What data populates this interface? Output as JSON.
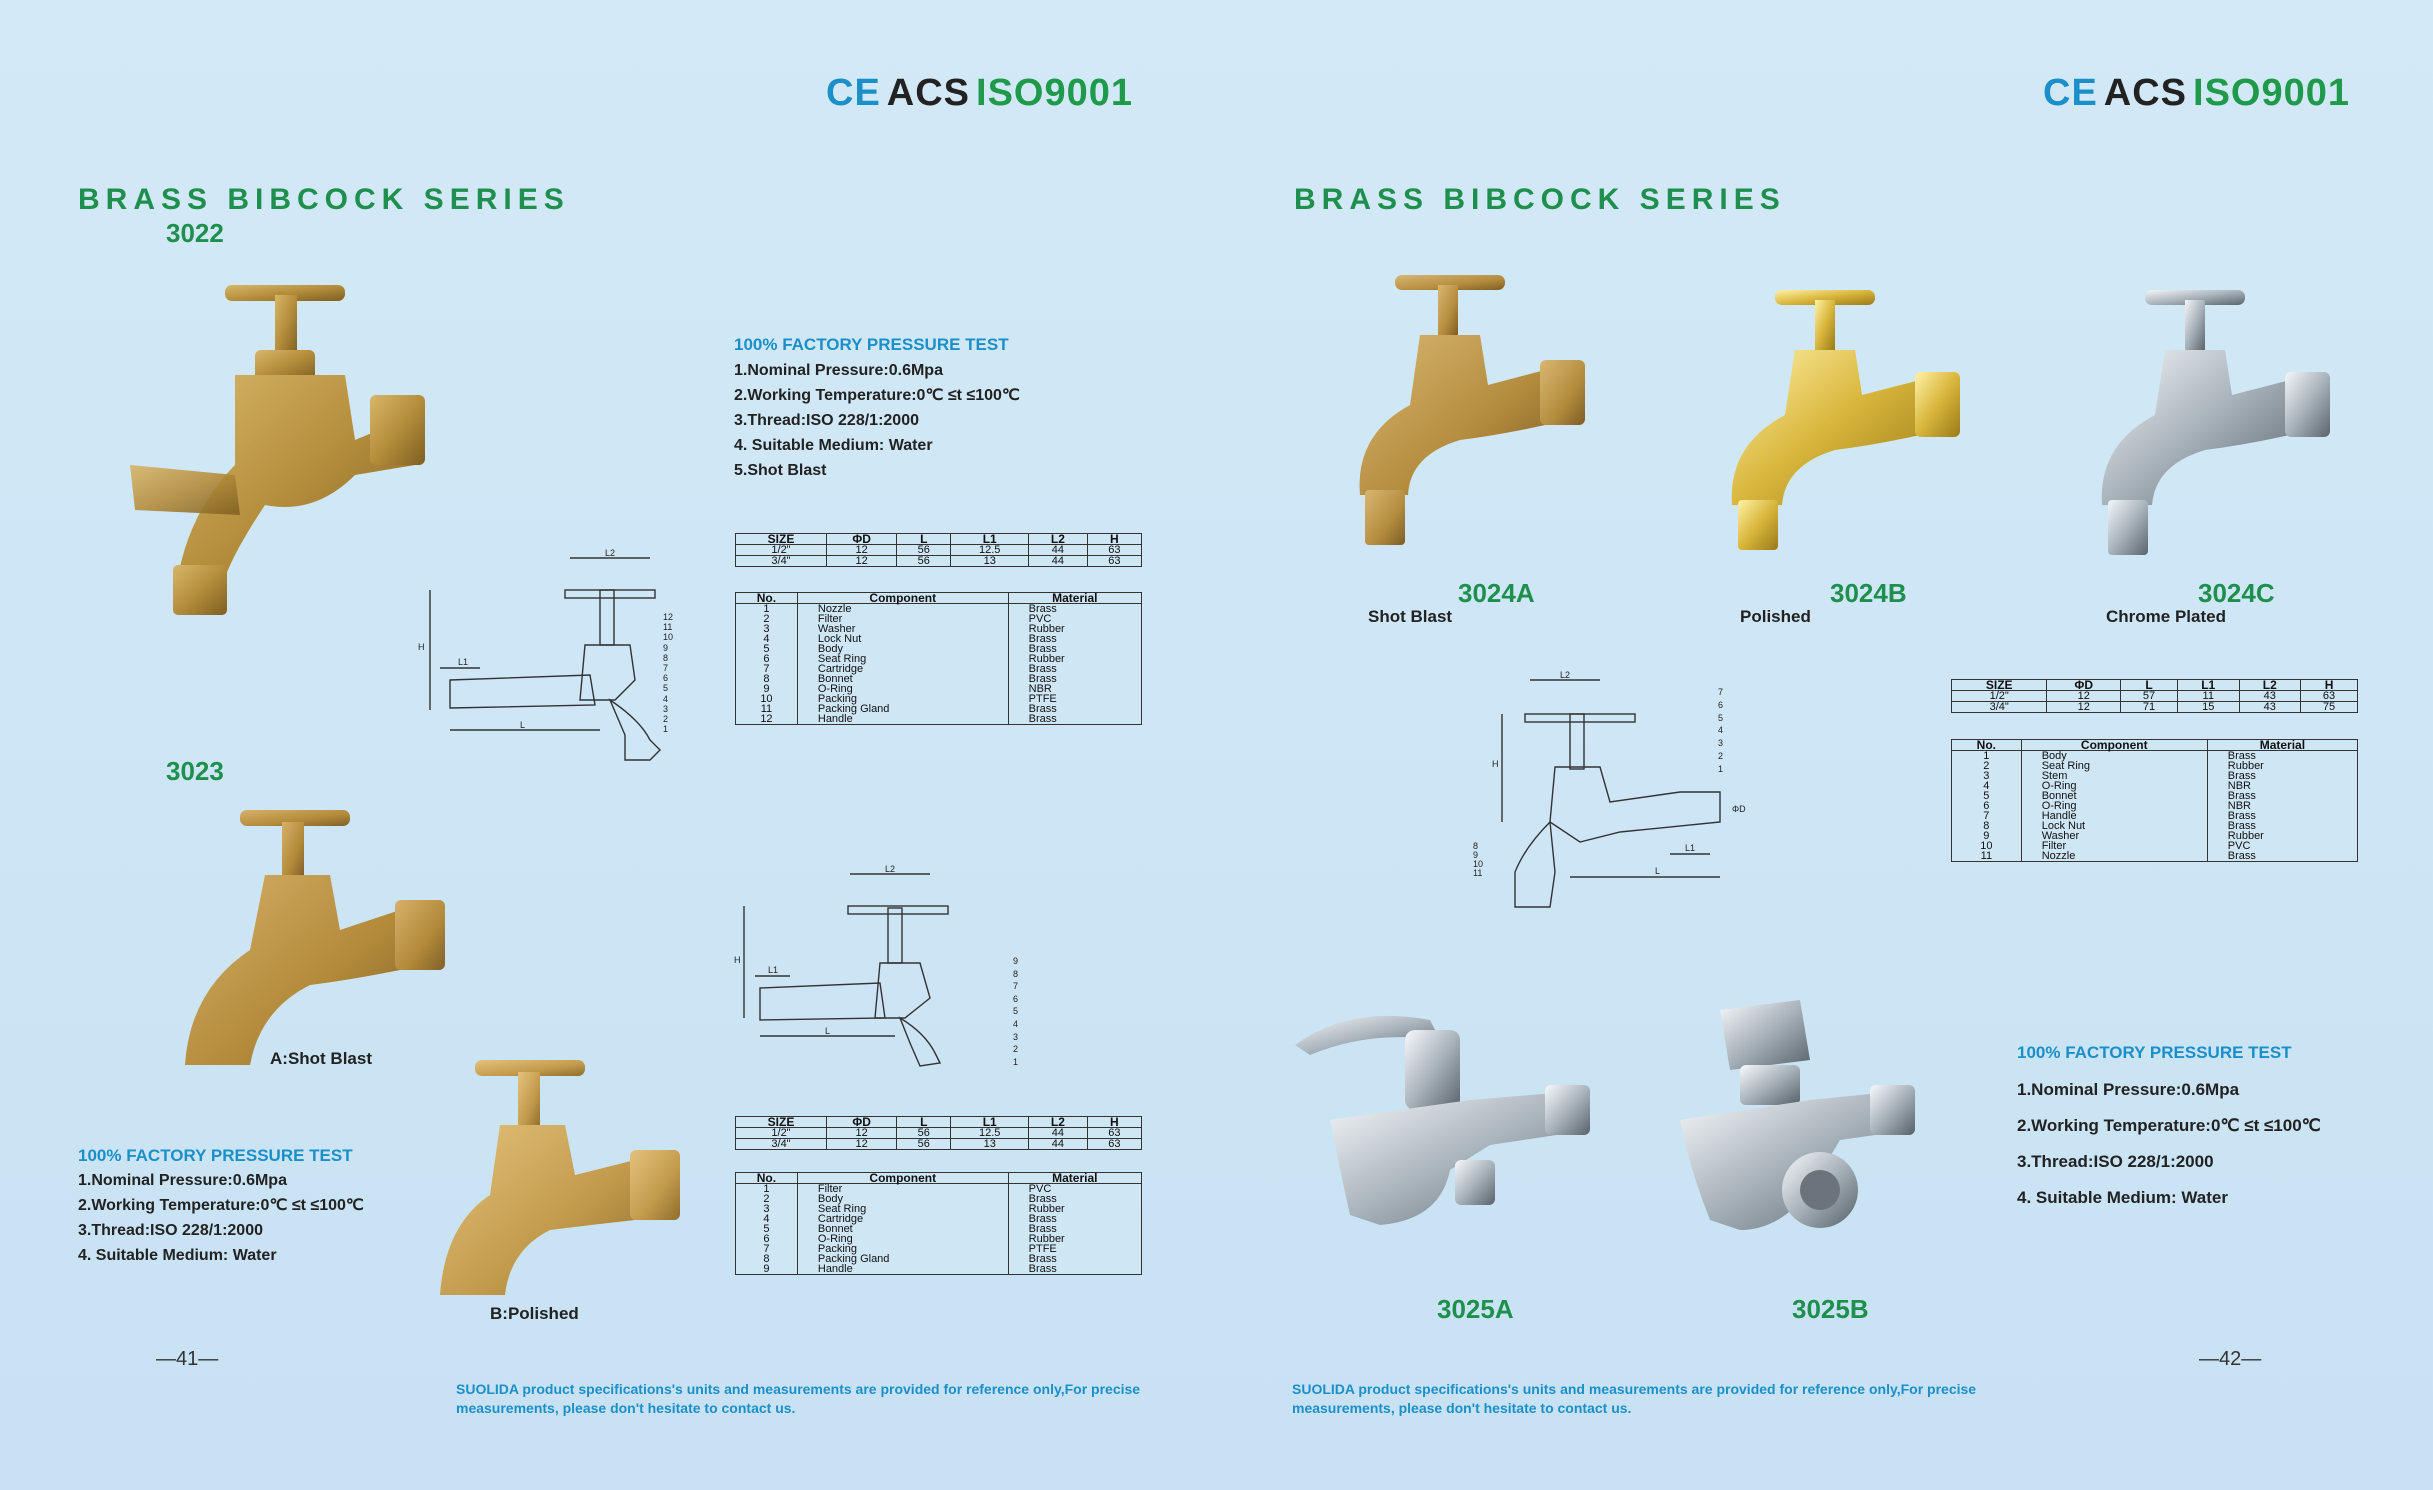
{
  "header": {
    "ce": "CE",
    "acs": "ACS",
    "iso": "ISO9001"
  },
  "colors": {
    "green": "#1f8f4e",
    "blue": "#1a8fc8",
    "brass": "#b8923a",
    "gold": "#d9b63c",
    "chrome": "#a9b3bb"
  },
  "left": {
    "series": "BRASS BIBCOCK SERIES",
    "model_3022": "3022",
    "model_3023": "3023",
    "cap_a": "A:Shot Blast",
    "cap_b": "B:Polished",
    "test_top": {
      "title": "100% FACTORY PRESSURE TEST",
      "lines": [
        "1.Nominal Pressure:0.6Mpa",
        "2.Working Temperature:0℃ ≤t ≤100℃",
        "3.Thread:ISO 228/1:2000",
        "4. Suitable Medium: Water",
        "5.Shot Blast"
      ]
    },
    "test_bottom": {
      "title": "100% FACTORY PRESSURE TEST",
      "lines": [
        "1.Nominal Pressure:0.6Mpa",
        "2.Working Temperature:0℃ ≤t ≤100℃",
        "3.Thread:ISO 228/1:2000",
        "4. Suitable Medium: Water"
      ]
    },
    "size1": {
      "headers": [
        "SIZE",
        "ΦD",
        "L",
        "L1",
        "L2",
        "H"
      ],
      "rows": [
        [
          "1/2\"",
          "12",
          "56",
          "12.5",
          "44",
          "63"
        ],
        [
          "3/4\"",
          "12",
          "56",
          "13",
          "44",
          "63"
        ]
      ]
    },
    "comp1": {
      "headers": [
        "No.",
        "Component",
        "Material"
      ],
      "rows": [
        [
          "1",
          "Nozzle",
          "Brass"
        ],
        [
          "2",
          "Filter",
          "PVC"
        ],
        [
          "3",
          "Washer",
          "Rubber"
        ],
        [
          "4",
          "Lock Nut",
          "Brass"
        ],
        [
          "5",
          "Body",
          "Brass"
        ],
        [
          "6",
          "Seat Ring",
          "Rubber"
        ],
        [
          "7",
          "Cartridge",
          "Brass"
        ],
        [
          "8",
          "Bonnet",
          "Brass"
        ],
        [
          "9",
          "O-Ring",
          "NBR"
        ],
        [
          "10",
          "Packing",
          "PTFE"
        ],
        [
          "11",
          "Packing Gland",
          "Brass"
        ],
        [
          "12",
          "Handle",
          "Brass"
        ]
      ]
    },
    "size2": {
      "headers": [
        "SIZE",
        "ΦD",
        "L",
        "L1",
        "L2",
        "H"
      ],
      "rows": [
        [
          "1/2\"",
          "12",
          "56",
          "12.5",
          "44",
          "63"
        ],
        [
          "3/4\"",
          "12",
          "56",
          "13",
          "44",
          "63"
        ]
      ]
    },
    "comp2": {
      "headers": [
        "No.",
        "Component",
        "Material"
      ],
      "rows": [
        [
          "1",
          "Filter",
          "PVC"
        ],
        [
          "2",
          "Body",
          "Brass"
        ],
        [
          "3",
          "Seat Ring",
          "Rubber"
        ],
        [
          "4",
          "Cartridge",
          "Brass"
        ],
        [
          "5",
          "Bonnet",
          "Brass"
        ],
        [
          "6",
          "O-Ring",
          "Rubber"
        ],
        [
          "7",
          "Packing",
          "PTFE"
        ],
        [
          "8",
          "Packing Gland",
          "Brass"
        ],
        [
          "9",
          "Handle",
          "Brass"
        ]
      ]
    },
    "diagram1_labels": [
      "12",
      "11",
      "10",
      "9",
      "8",
      "7",
      "6",
      "5",
      "4",
      "3",
      "2",
      "1"
    ],
    "diagram2_labels": [
      "9",
      "8",
      "7",
      "6",
      "5",
      "4",
      "3",
      "2",
      "1"
    ],
    "dim_labels": {
      "l2": "L2",
      "h": "H",
      "l1": "L1",
      "l": "L"
    },
    "page_num": "—41—",
    "note": "SUOLIDA product specifications's units and  measurements are provided for reference only,For precise measurements, please don't hesitate to contact us."
  },
  "right": {
    "series": "BRASS BIBCOCK SERIES",
    "m3024a": "3024A",
    "m3024b": "3024B",
    "m3024c": "3024C",
    "cap_3024a": "Shot Blast",
    "cap_3024b": "Polished",
    "cap_3024c": "Chrome Plated",
    "m3025a": "3025A",
    "m3025b": "3025B",
    "size": {
      "headers": [
        "SIZE",
        "ΦD",
        "L",
        "L1",
        "L2",
        "H"
      ],
      "rows": [
        [
          "1/2\"",
          "12",
          "57",
          "11",
          "43",
          "63"
        ],
        [
          "3/4\"",
          "12",
          "71",
          "15",
          "43",
          "75"
        ]
      ]
    },
    "comp": {
      "headers": [
        "No.",
        "Component",
        "Material"
      ],
      "rows": [
        [
          "1",
          "Body",
          "Brass"
        ],
        [
          "2",
          "Seat Ring",
          "Rubber"
        ],
        [
          "3",
          "Stem",
          "Brass"
        ],
        [
          "4",
          "O-Ring",
          "NBR"
        ],
        [
          "5",
          "Bonnet",
          "Brass"
        ],
        [
          "6",
          "O-Ring",
          "NBR"
        ],
        [
          "7",
          "Handle",
          "Brass"
        ],
        [
          "8",
          "Lock Nut",
          "Brass"
        ],
        [
          "9",
          "Washer",
          "Rubber"
        ],
        [
          "10",
          "Filter",
          "PVC"
        ],
        [
          "11",
          "Nozzle",
          "Brass"
        ]
      ]
    },
    "test": {
      "title": "100% FACTORY PRESSURE TEST",
      "lines": [
        "1.Nominal Pressure:0.6Mpa",
        "2.Working Temperature:0℃ ≤t ≤100℃",
        "3.Thread:ISO 228/1:2000",
        "4. Suitable Medium: Water"
      ]
    },
    "diagram_labels": [
      "7",
      "6",
      "5",
      "4",
      "3",
      "2",
      "1"
    ],
    "diagram_labels_b": [
      "8",
      "9",
      "10",
      "11"
    ],
    "dim_labels": {
      "l2": "L2",
      "h": "H",
      "l1": "L1",
      "l": "L",
      "d": "ΦD"
    },
    "page_num": "—42—",
    "note": "SUOLIDA product specifications's units and  measurements are provided for reference only,For precise measurements, please don't hesitate to contact us."
  }
}
